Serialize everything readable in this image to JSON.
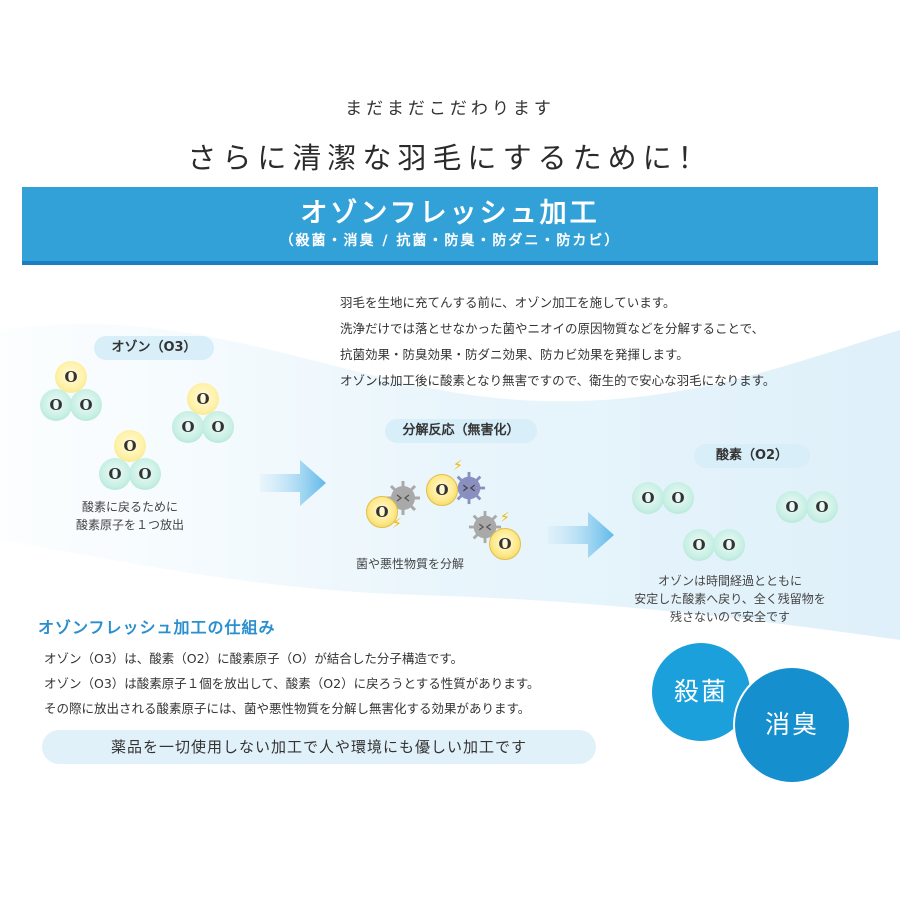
{
  "header": {
    "subtitle": "まだまだこだわります",
    "headline": "さらに清潔な羽毛にするために！"
  },
  "banner": {
    "title": "オゾンフレッシュ加工",
    "subtitle": "（殺菌・消臭 / 抗菌・防臭・防ダニ・防カビ）",
    "color": "#32a1d8"
  },
  "intro": {
    "lines": [
      "羽毛を生地に充てんする前に、オゾン加工を施しています。",
      "洗浄だけでは落とせなかった菌やニオイの原因物質などを分解することで、",
      "抗菌効果・防臭効果・防ダニ効果、防カビ効果を発揮します。",
      "オゾンは加工後に酸素となり無害ですので、衛生的で安心な羽毛になります。"
    ]
  },
  "diagram": {
    "ozone_label": "オゾン（O3）",
    "ozone_caption": [
      "酸素に戻るために",
      "酸素原子を１つ放出"
    ],
    "decomp_label": "分解反応（無害化）",
    "decomp_caption": "菌や悪性物質を分解",
    "oxygen_label": "酸素（O2）",
    "oxygen_caption": [
      "オゾンは時間経過とともに",
      "安定した酸素へ戻り、全く残留物を",
      "残さないので安全です"
    ],
    "atom_letter": "O",
    "icons": [
      "arrow-right-icon",
      "bacteria-icon",
      "lightning-icon"
    ]
  },
  "mechanism": {
    "title": "オゾンフレッシュ加工の仕組み",
    "lines": [
      "オゾン（O3）は、酸素（O2）に酸素原子（O）が結合した分子構造です。",
      "オゾン（O3）は酸素原子１個を放出して、酸素（O2）に戻ろうとする性質があります。",
      "その際に放出される酸素原子には、菌や悪性物質を分解し無害化する効果があります。"
    ],
    "note": "薬品を一切使用しない加工で人や環境にも優しい加工です"
  },
  "badges": [
    "殺菌",
    "消臭"
  ]
}
